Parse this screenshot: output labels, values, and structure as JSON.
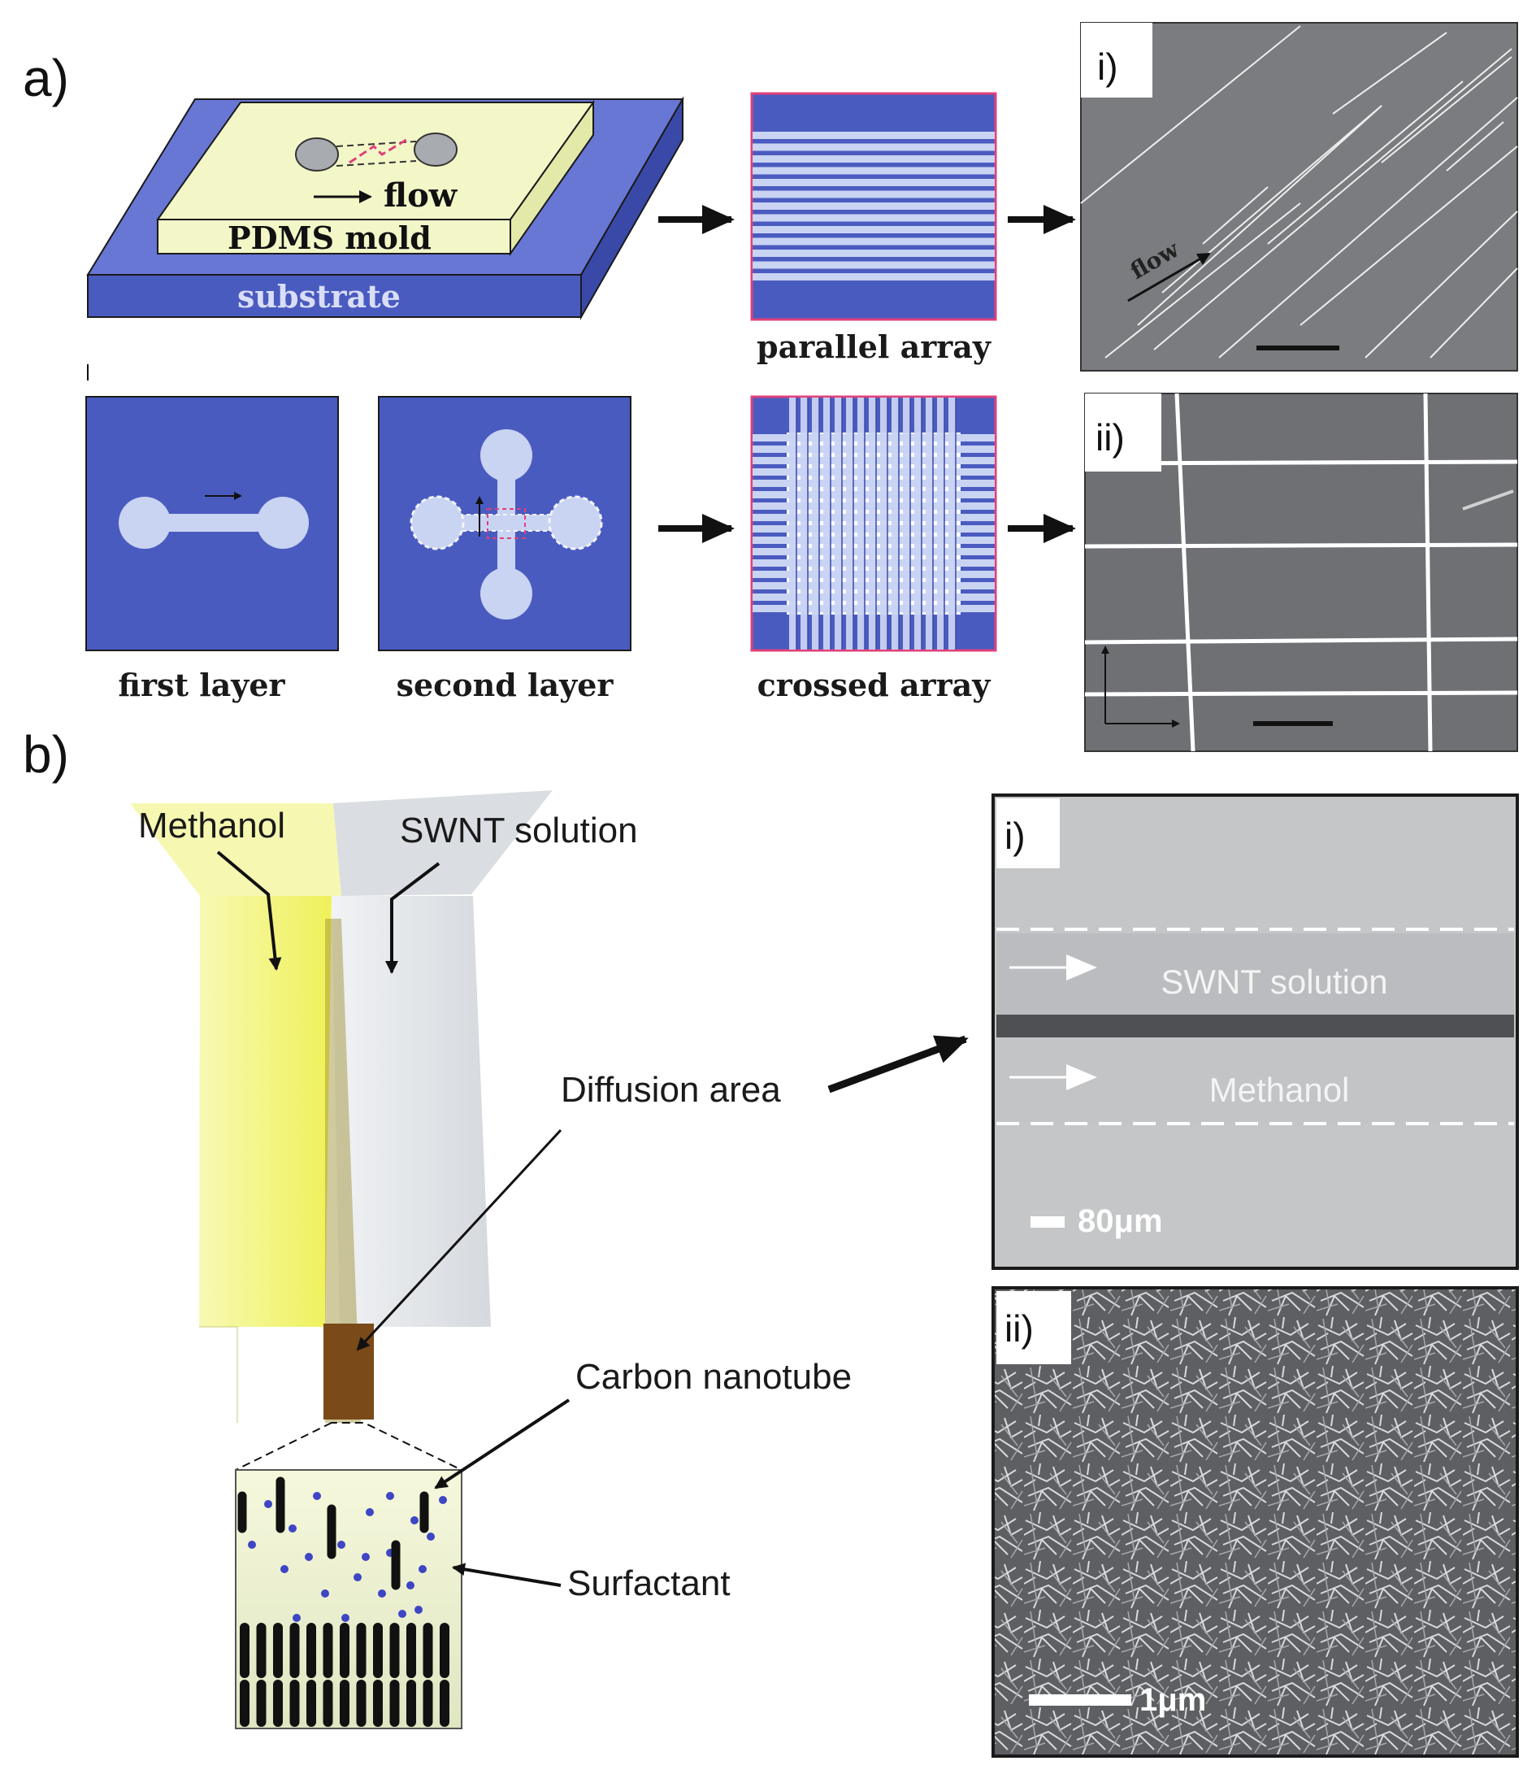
{
  "panel_a": {
    "label": "a)",
    "schematic": {
      "flow_text": "flow",
      "mold_text": "PDMS mold",
      "substrate_text": "substrate"
    },
    "captions": {
      "parallel": "parallel array",
      "first_layer": "first layer",
      "second_layer": "second layer",
      "crossed": "crossed array"
    },
    "micrograph_i": {
      "label": "i)",
      "flow_text": "flow"
    },
    "micrograph_ii": {
      "label": "ii)"
    }
  },
  "panel_b": {
    "label": "b)",
    "inlet_left": "Methanol",
    "inlet_right": "SWNT solution",
    "diffusion": "Diffusion area",
    "nanotube": "Carbon nanotube",
    "surfactant": "Surfactant",
    "micrograph_i": {
      "label": "i)",
      "stream_top": "SWNT solution",
      "stream_bottom": "Methanol",
      "scale": "80μm"
    },
    "micrograph_ii": {
      "label": "ii)",
      "scale": "1μm"
    }
  },
  "colors": {
    "substrate_blue": "#4a5bc0",
    "mold_yellow": "#f3f7c8",
    "channel_light": "#c9d3f2",
    "pink_border": "#e0407a",
    "methanol_yellow": "#f2f47a",
    "swnt_grey": "#e3e6ea",
    "diffusion_brown": "#7a4a18"
  }
}
